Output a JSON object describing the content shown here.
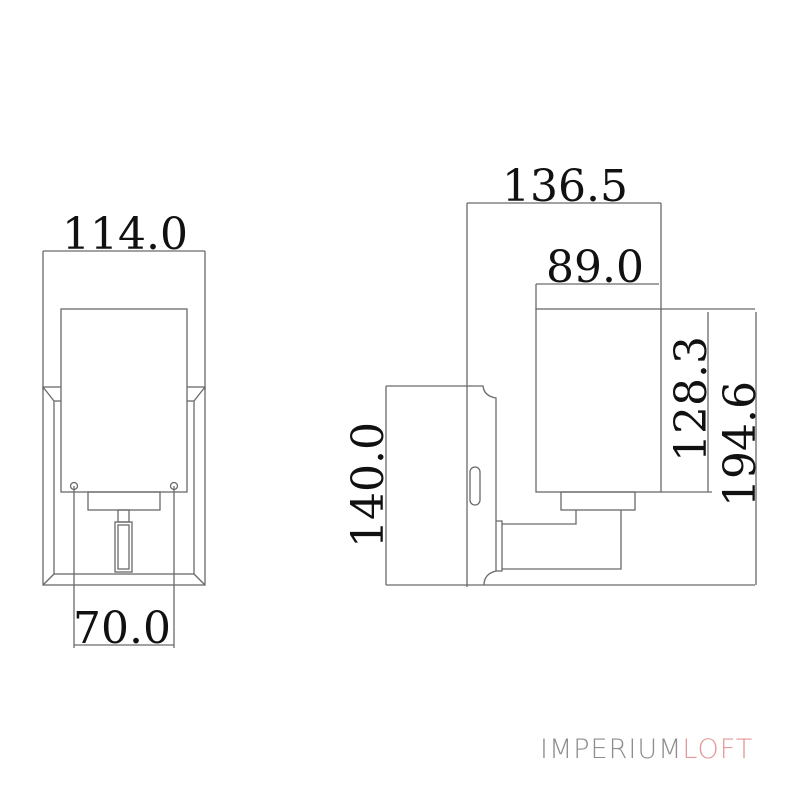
{
  "drawing": {
    "front_view": {
      "width_label": "114.0",
      "mount_spacing_label": "70.0"
    },
    "side_view": {
      "depth_label": "136.5",
      "shade_width_label": "89.0",
      "shade_height_label": "128.3",
      "total_height_label": "194.6",
      "backplate_height_label": "140.0"
    },
    "colors": {
      "line": "#6a6a6a",
      "text": "#111111"
    }
  },
  "brand": {
    "part1": "IMPERIUM",
    "part2": "LOFT",
    "color1": "#8d8d8d",
    "color2": "#e39a9a"
  }
}
